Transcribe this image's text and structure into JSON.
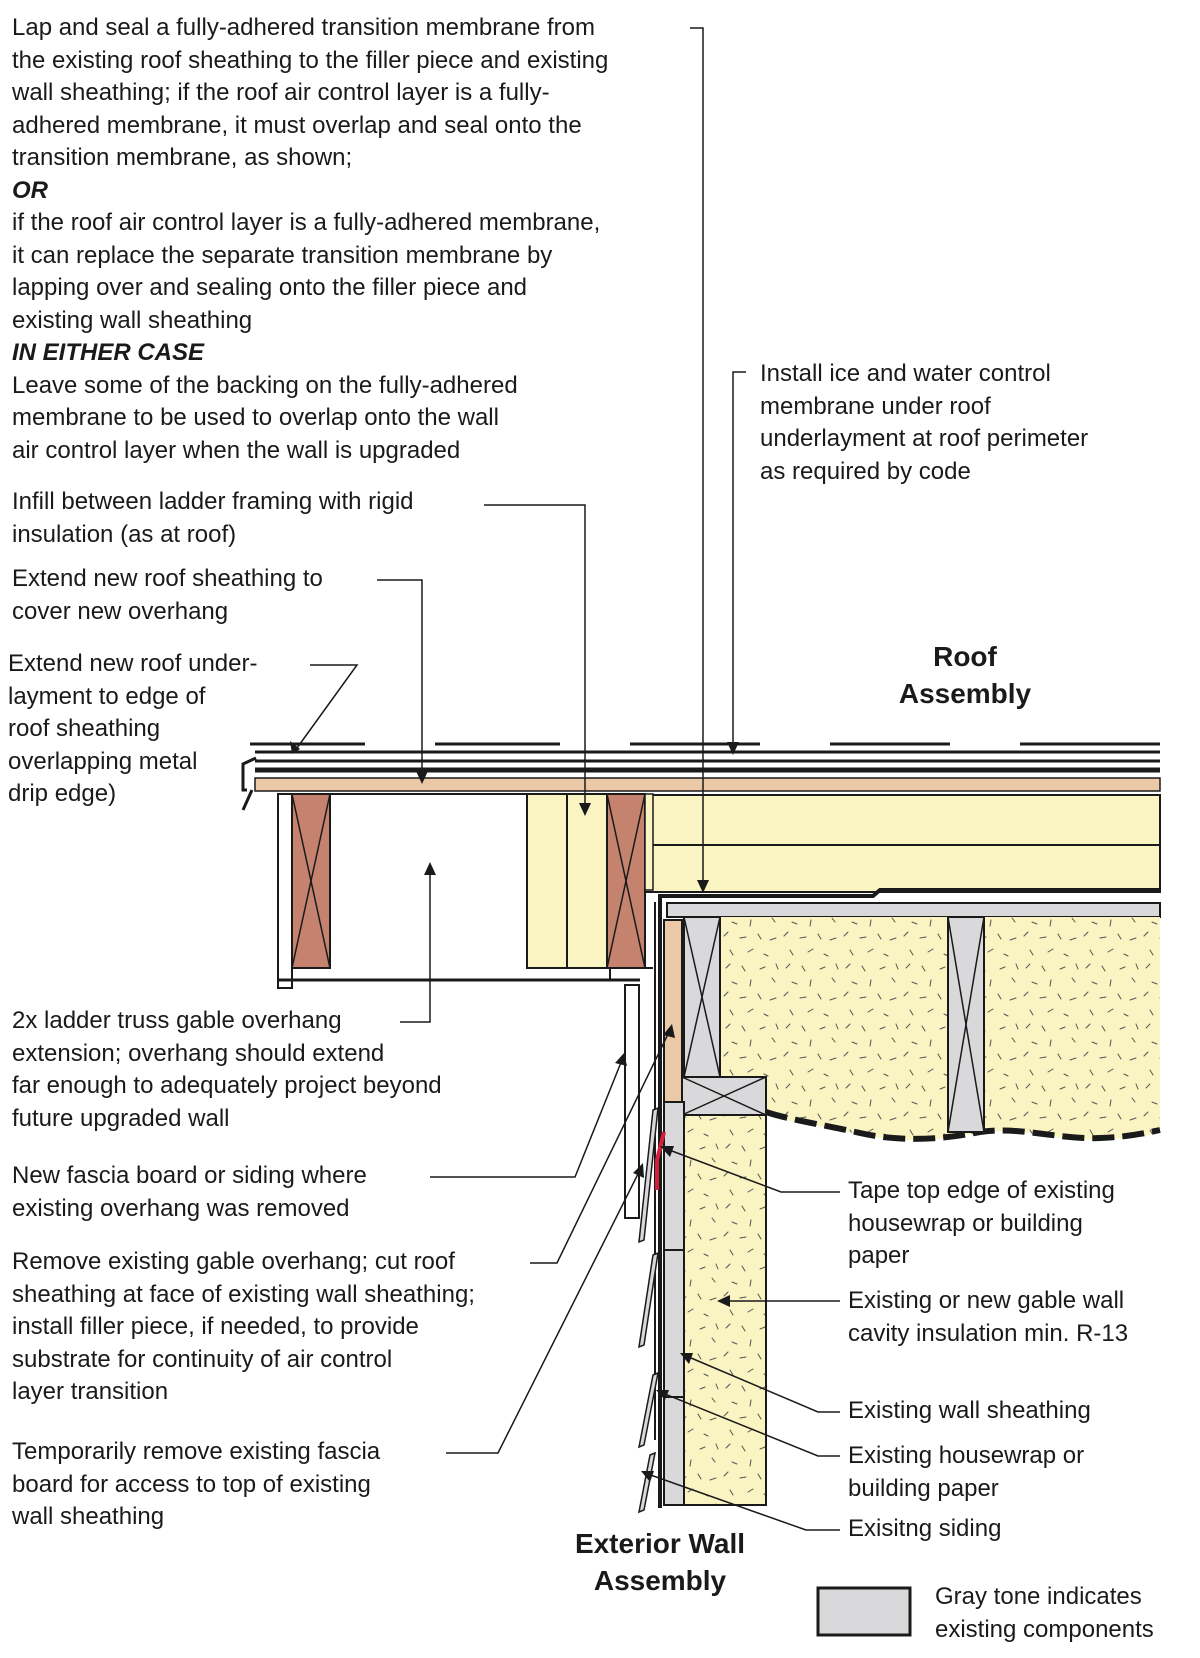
{
  "notes": {
    "top_transition": {
      "lines": [
        "Lap and seal a fully-adhered transition membrane from",
        "the existing roof sheathing to the filler piece and existing",
        "wall sheathing; if the roof air control layer is a fully-",
        "adhered membrane, it must overlap and seal onto the",
        "transition membrane, as shown;"
      ],
      "or_label": "OR",
      "alt_lines": [
        "if the roof air control layer is a fully-adhered membrane,",
        "it can replace the separate transition membrane by",
        "lapping over and sealing onto the filler piece and",
        "existing wall sheathing"
      ],
      "either_label": "IN EITHER CASE",
      "either_lines": [
        "Leave some of the backing on the fully-adhered",
        "membrane to be used to overlap onto the wall",
        "air control layer when the wall is upgraded"
      ]
    },
    "ice_water": [
      "Install ice and water control",
      "membrane under roof",
      "underlayment at roof perimeter",
      "as required by code"
    ],
    "infill": [
      "Infill between ladder framing with rigid",
      "insulation (as at roof)"
    ],
    "extend_sheathing": [
      "Extend new roof sheathing to",
      "cover new overhang"
    ],
    "extend_underlayment": [
      "Extend new roof under-",
      "layment to edge of",
      "roof sheathing",
      "overlapping metal",
      "drip edge)"
    ],
    "ladder_truss": [
      "2x ladder truss gable overhang",
      "extension; overhang should extend",
      "far enough to adequately project beyond",
      "future upgraded wall"
    ],
    "fascia": [
      "New fascia board or siding where",
      "existing overhang was removed"
    ],
    "remove_overhang": [
      "Remove existing gable overhang; cut roof",
      "sheathing at face of existing wall sheathing;",
      "install filler piece, if needed, to provide",
      "substrate for continuity of air control",
      "layer transition"
    ],
    "temp_remove": [
      "Temporarily remove existing fascia",
      "board for access to top of existing",
      "wall sheathing"
    ],
    "tape": [
      "Tape top edge of existing",
      "housewrap or building",
      "paper"
    ],
    "cavity_insulation": [
      "Existing or new gable wall",
      "cavity insulation min. R-13"
    ],
    "wall_sheathing": [
      "Existing wall sheathing"
    ],
    "housewrap": [
      "Existing housewrap or",
      "building paper"
    ],
    "siding": [
      "Exisitng siding"
    ]
  },
  "headings": {
    "roof": [
      "Roof",
      "Assembly"
    ],
    "wall": [
      "Exterior Wall",
      "Assembly"
    ]
  },
  "legend": {
    "lines": [
      "Gray tone indicates",
      "existing components"
    ],
    "swatch_color": "#d9d9db"
  },
  "colors": {
    "insulation": "#faf3c2",
    "framing_wood": "#c4826f",
    "sheathing_tan": "#ecc9a6",
    "existing_gray": "#d9d9db",
    "tape_red": "#d41f3a",
    "ink": "#1a1a1a"
  }
}
